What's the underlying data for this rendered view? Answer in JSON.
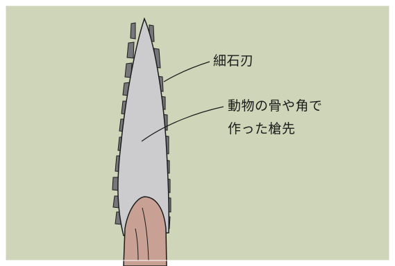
{
  "labels": {
    "microblade": "細石刃",
    "spearhead_line1": "動物の骨や角で",
    "spearhead_line2": "作った槍先"
  },
  "colors": {
    "background": "#cfd5b9",
    "frame_border": "#ffffff",
    "spear_body": "#cccbce",
    "microblade": "#77767b",
    "shaft": "#c8a094",
    "outline": "#1a1a1a"
  }
}
